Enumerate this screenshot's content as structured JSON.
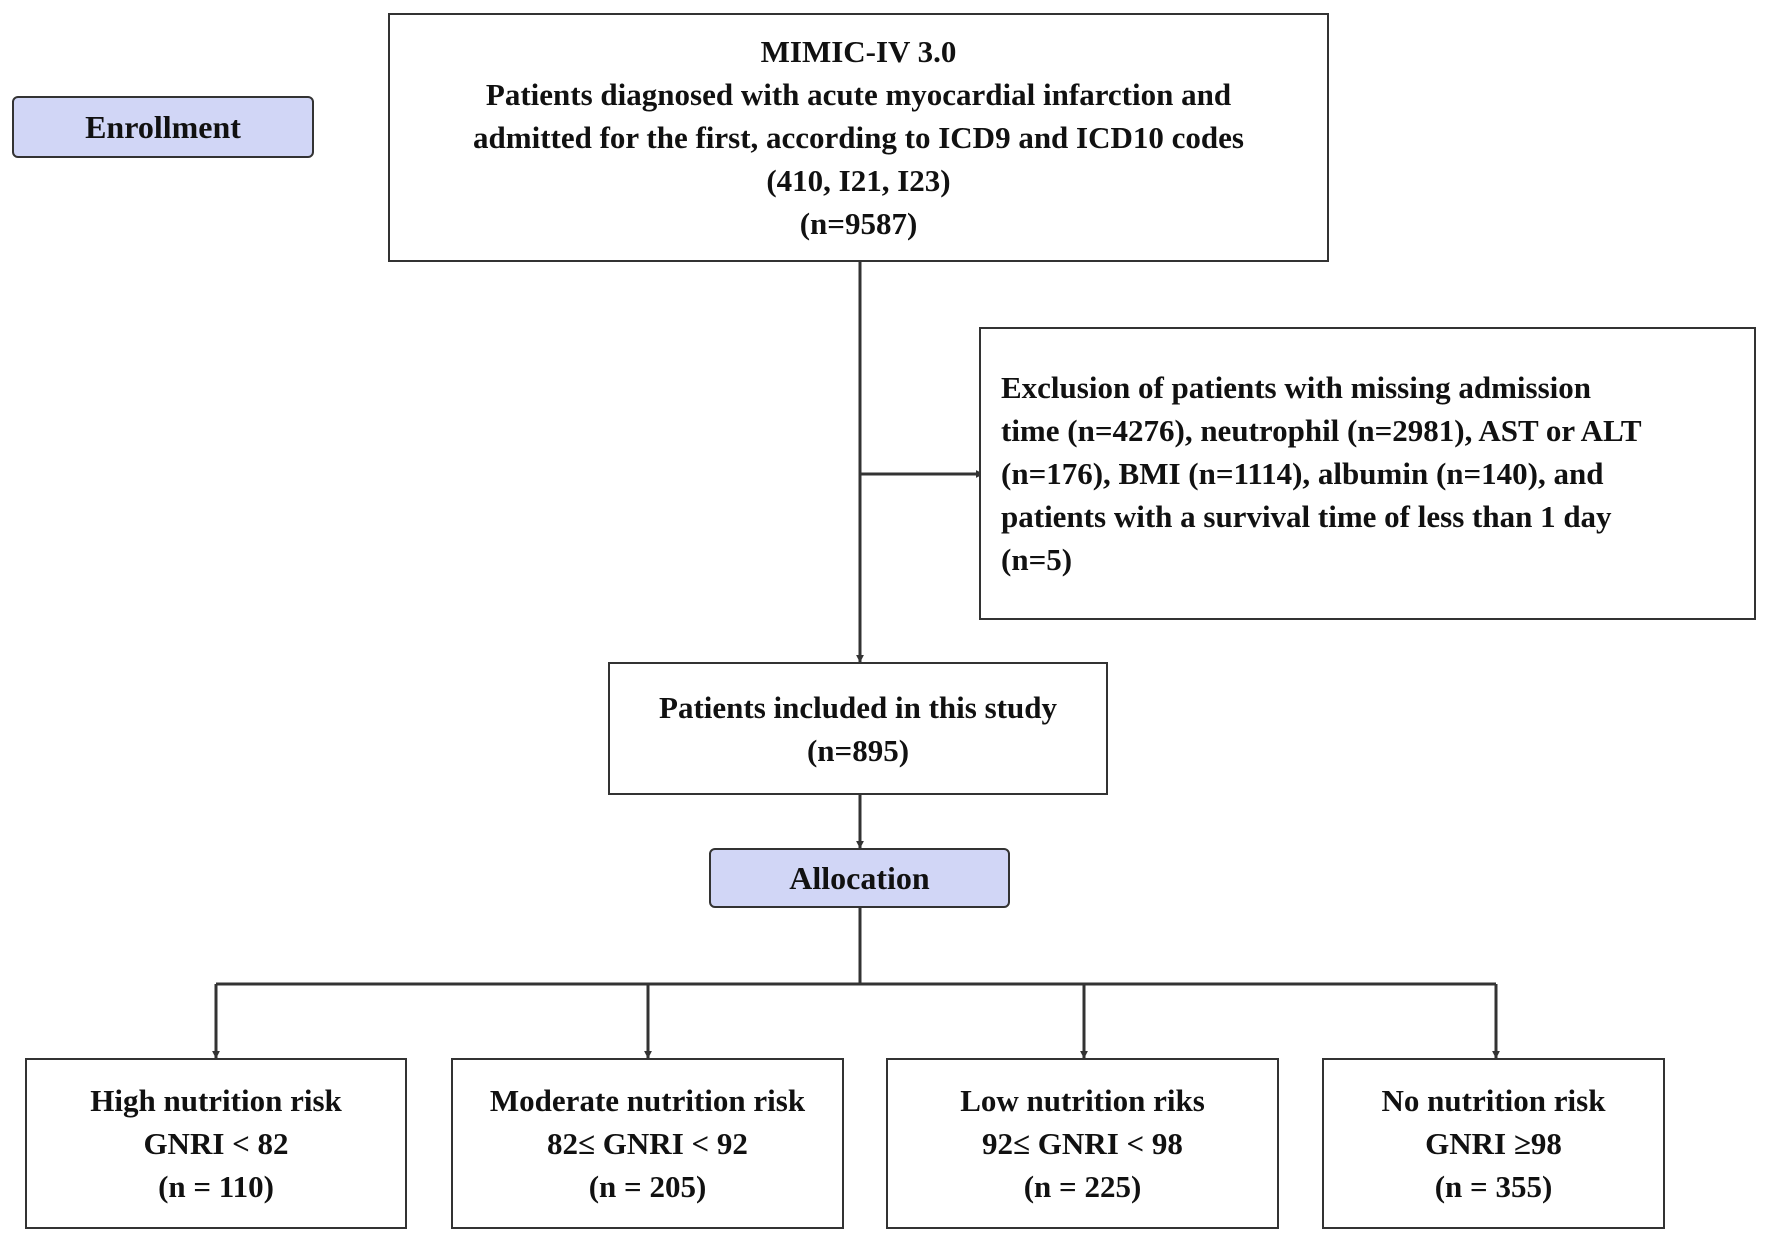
{
  "stage_labels": {
    "enrollment": "Enrollment",
    "allocation": "Allocation"
  },
  "source": {
    "lines": [
      "MIMIC-IV 3.0",
      "Patients diagnosed with acute myocardial infarction and",
      "admitted for the first, according to ICD9 and ICD10 codes",
      "(410, I21, I23)",
      "(n=9587)"
    ]
  },
  "exclusion": {
    "lines": [
      "Exclusion of patients with missing admission",
      "time (n=4276), neutrophil (n=2981), AST or ALT",
      "(n=176), BMI (n=1114), albumin (n=140), and",
      "patients with a survival time of less than 1 day",
      "(n=5)"
    ]
  },
  "included": {
    "lines": [
      "Patients included in this study",
      "(n=895)"
    ]
  },
  "groups": [
    {
      "lines": [
        "High nutrition risk",
        "GNRI < 82",
        "(n = 110)"
      ]
    },
    {
      "lines": [
        "Moderate nutrition risk",
        "82≤ GNRI < 92",
        "(n = 205)"
      ]
    },
    {
      "lines": [
        "Low nutrition riks",
        "92≤ GNRI < 98",
        "(n = 225)"
      ]
    },
    {
      "lines": [
        "No nutrition risk",
        "GNRI ≥98",
        "(n = 355)"
      ]
    }
  ],
  "colors": {
    "stage_tag_fill": "#d1d6f6",
    "stroke": "#333333"
  }
}
